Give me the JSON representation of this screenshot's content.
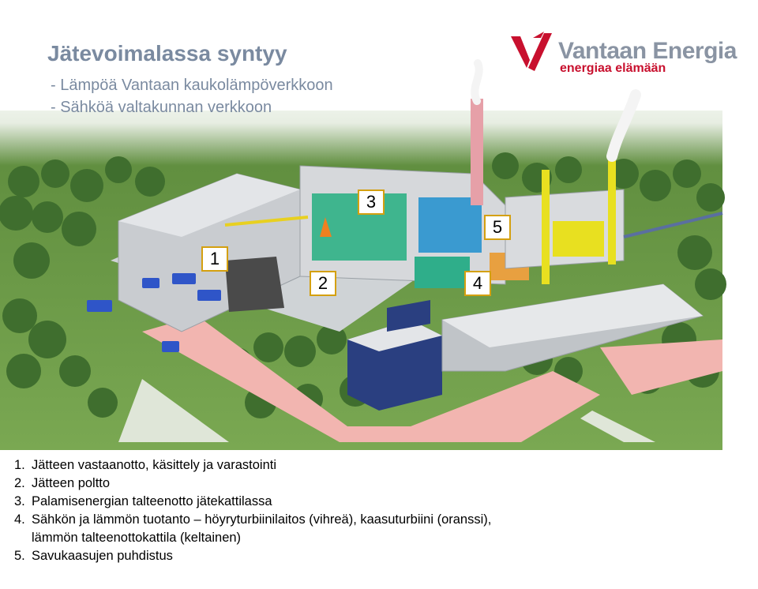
{
  "header": {
    "title": "Jätevoimalassa syntyy",
    "subtitle_lines": [
      "- Lämpöä Vantaan kaukolämpöverkkoon",
      "- Sähköä valtakunnan verkkoon"
    ]
  },
  "brand": {
    "name": "Vantaan Energia",
    "tagline": "energiaa elämään",
    "accent_color": "#c8102e",
    "name_color": "#8a94a3"
  },
  "markers": [
    "1",
    "2",
    "3",
    "4",
    "5"
  ],
  "legend": [
    {
      "num": "1.",
      "lines": [
        "Jätteen vastaanotto, käsittely ja varastointi"
      ]
    },
    {
      "num": "2.",
      "lines": [
        "Jätteen poltto"
      ]
    },
    {
      "num": "3.",
      "lines": [
        "Palamisenergian talteenotto jätekattilassa"
      ]
    },
    {
      "num": "4.",
      "lines": [
        "Sähkön ja lämmön tuotanto – höyryturbiinilaitos (vihreä), kaasuturbiini (oranssi),",
        "lämmön talteenottokattila (keltainen)"
      ]
    },
    {
      "num": "5.",
      "lines": [
        "Savukaasujen puhdistus"
      ]
    }
  ],
  "colors": {
    "grass": "#6f9a4a",
    "paving": "#f2b5b0",
    "building": "#c9ccd0",
    "steam_turbine": "#2fae8a",
    "gas_turbine": "#e8a040",
    "heat_recovery": "#e8e020",
    "chimney": "#e6a0a8",
    "badge_border": "#d4a010"
  }
}
